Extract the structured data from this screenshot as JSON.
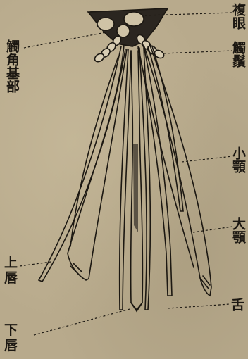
{
  "labels": {
    "compound_eye": "複眼",
    "antenna": "觸鬚",
    "antenna_base": "觸角基部",
    "maxilla": "小顎",
    "mandible": "大顎",
    "labrum": "上唇",
    "tongue": "舌",
    "labium": "下唇"
  },
  "colors": {
    "paper": "#b8aa8c",
    "ink": "#1c1812",
    "head": "#2b2620"
  }
}
